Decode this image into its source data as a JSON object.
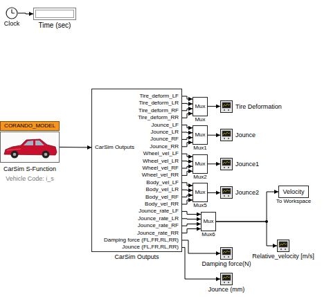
{
  "diagram": {
    "nodes": [
      {
        "text": [
          "Clock"
        ]
      },
      {
        "text": [
          "Time (sec)"
        ]
      },
      {
        "text": [
          "CORANDO_MODEL"
        ]
      },
      {
        "text": [
          "CarSim S-Function",
          "Vehicle Code: i_s"
        ]
      },
      {
        "text": [
          "CarSim Outputs",
          "Tire_deform_LF",
          "Tire_deform_LR",
          "Tire_deform_RF",
          "Tire_deform_RR",
          "Jounce_LF",
          "Jounce_LR",
          "Jounce_RF",
          "Jounce_RR",
          "Wheel_vel_LF",
          "Wheel_vel_LR",
          "Wheel_vel_RF",
          "Wheel_vel_RR",
          "Body_vel_LF",
          "Body_vel_LR",
          "Body_vel_RF",
          "Body_vel_RR",
          "Jounce_rate_LF",
          "Jounce_rate_LR",
          "Jounce_rate_RF",
          "Jounce_rate_RR",
          "Damping force (FL,FR,RL,RR)",
          "Jounce (FL,FR,RL,RR)",
          "CarSim Outputs"
        ]
      },
      {
        "text": [
          "Mux",
          "Mux"
        ]
      },
      {
        "text": [
          "Mux",
          "Mux1"
        ]
      },
      {
        "text": [
          "Mux",
          "Mux2"
        ]
      },
      {
        "text": [
          "Mux",
          "Mux5"
        ]
      },
      {
        "text": [
          "Mux",
          "Mux6"
        ]
      },
      {
        "text": [
          "Tire Deformation"
        ]
      },
      {
        "text": [
          "Jounce"
        ]
      },
      {
        "text": [
          "Jounce1"
        ]
      },
      {
        "text": [
          "Jounce2"
        ]
      },
      {
        "text": [
          "Velocity",
          "To Workspace"
        ]
      },
      {
        "text": [
          "Relative_velocity [m/s]"
        ]
      },
      {
        "text": [
          "Damping force(N)"
        ]
      },
      {
        "text": [
          "Jounce (mm)"
        ]
      }
    ],
    "edges": [
      {
        "from": 0,
        "to": 1,
        "arrow": "to"
      },
      {
        "from": 3,
        "to": 4,
        "arrow": "to"
      },
      {
        "from": 4,
        "to": 5,
        "arrow": "to"
      },
      {
        "from": 4,
        "to": 5,
        "arrow": "to"
      },
      {
        "from": 4,
        "to": 5,
        "arrow": "to"
      },
      {
        "from": 4,
        "to": 5,
        "arrow": "to"
      },
      {
        "from": 4,
        "to": 6,
        "arrow": "to"
      },
      {
        "from": 4,
        "to": 6,
        "arrow": "to"
      },
      {
        "from": 4,
        "to": 6,
        "arrow": "to"
      },
      {
        "from": 4,
        "to": 6,
        "arrow": "to"
      },
      {
        "from": 4,
        "to": 7,
        "arrow": "to"
      },
      {
        "from": 4,
        "to": 7,
        "arrow": "to"
      },
      {
        "from": 4,
        "to": 7,
        "arrow": "to"
      },
      {
        "from": 4,
        "to": 7,
        "arrow": "to"
      },
      {
        "from": 4,
        "to": 8,
        "arrow": "to"
      },
      {
        "from": 4,
        "to": 8,
        "arrow": "to"
      },
      {
        "from": 4,
        "to": 8,
        "arrow": "to"
      },
      {
        "from": 4,
        "to": 8,
        "arrow": "to"
      },
      {
        "from": 4,
        "to": 9,
        "arrow": "to"
      },
      {
        "from": 4,
        "to": 9,
        "arrow": "to"
      },
      {
        "from": 4,
        "to": 9,
        "arrow": "to"
      },
      {
        "from": 4,
        "to": 9,
        "arrow": "to"
      },
      {
        "from": 5,
        "to": 10,
        "arrow": "to"
      },
      {
        "from": 6,
        "to": 11,
        "arrow": "to"
      },
      {
        "from": 7,
        "to": 12,
        "arrow": "to"
      },
      {
        "from": 8,
        "to": 13,
        "arrow": "to"
      },
      {
        "from": 9,
        "to": 14,
        "arrow": "to"
      },
      {
        "from": 9,
        "to": 15,
        "arrow": "to"
      },
      {
        "from": 4,
        "to": 16,
        "arrow": "to"
      },
      {
        "from": 4,
        "to": 17,
        "arrow": "to"
      }
    ]
  }
}
